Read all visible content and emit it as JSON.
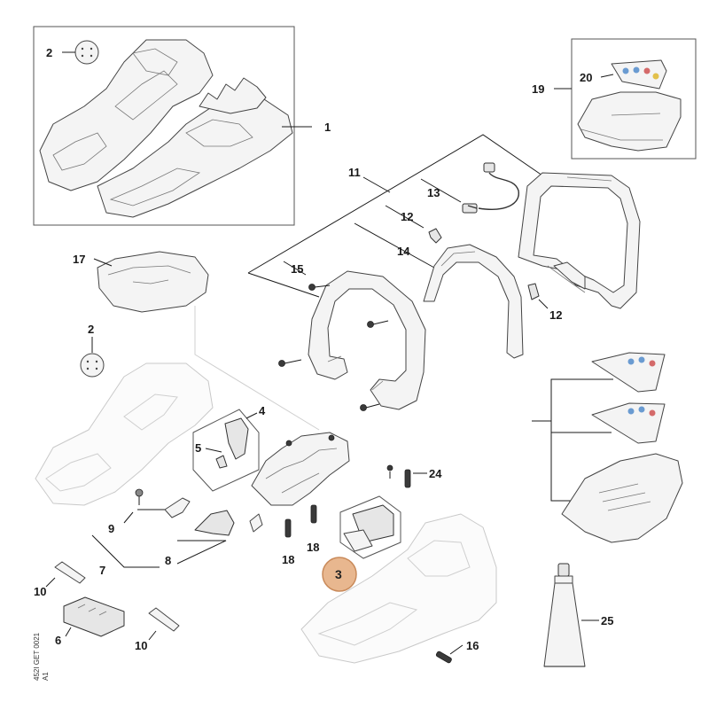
{
  "diagram": {
    "callouts": [
      {
        "id": "c1",
        "text": "1"
      },
      {
        "id": "c2a",
        "text": "2"
      },
      {
        "id": "c2b",
        "text": "2"
      },
      {
        "id": "c3",
        "text": "3"
      },
      {
        "id": "c4",
        "text": "4"
      },
      {
        "id": "c5",
        "text": "5"
      },
      {
        "id": "c6",
        "text": "6"
      },
      {
        "id": "c7",
        "text": "7"
      },
      {
        "id": "c8",
        "text": "8"
      },
      {
        "id": "c9",
        "text": "9"
      },
      {
        "id": "c10a",
        "text": "10"
      },
      {
        "id": "c10b",
        "text": "10"
      },
      {
        "id": "c11",
        "text": "11"
      },
      {
        "id": "c12a",
        "text": "12"
      },
      {
        "id": "c12b",
        "text": "12"
      },
      {
        "id": "c13",
        "text": "13"
      },
      {
        "id": "c14",
        "text": "14"
      },
      {
        "id": "c15",
        "text": "15"
      },
      {
        "id": "c16",
        "text": "16"
      },
      {
        "id": "c17",
        "text": "17"
      },
      {
        "id": "c18a",
        "text": "18"
      },
      {
        "id": "c18b",
        "text": "18"
      },
      {
        "id": "c19",
        "text": "19"
      },
      {
        "id": "c20",
        "text": "20"
      },
      {
        "id": "c24",
        "text": "24"
      },
      {
        "id": "c25",
        "text": "25"
      }
    ],
    "highlighted_callout": "3",
    "drawing_code": "452I GET 0021",
    "drawing_code_suffix": "A1",
    "highlight_color": "#e8b78f"
  }
}
